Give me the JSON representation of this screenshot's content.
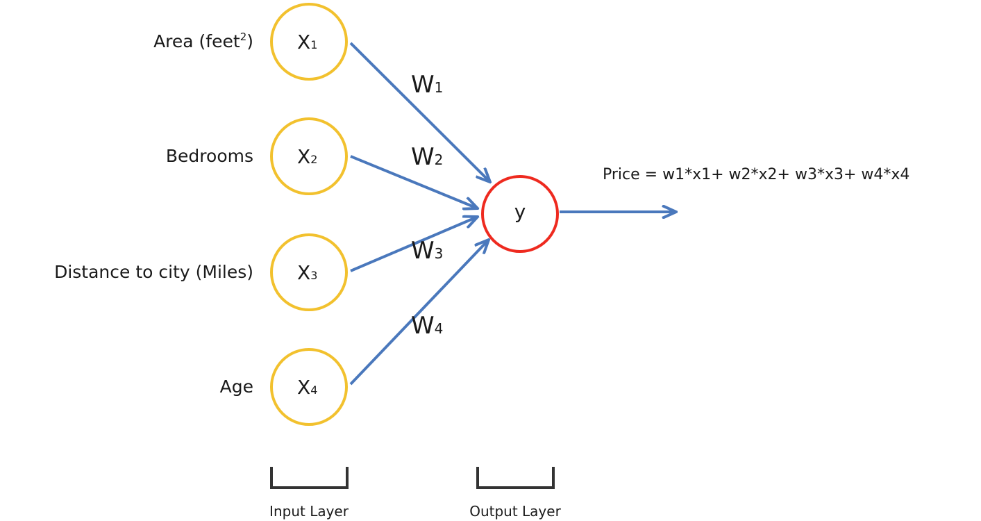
{
  "colors": {
    "input_node": "#F2C12E",
    "output_node": "#EE2A1F",
    "arrow": "#4A78BC",
    "bracket": "#333333",
    "text": "#1a1a1a"
  },
  "inputs": [
    {
      "label": "Area (feet",
      "label_sup": "2",
      "label_tail": ")",
      "node": "X",
      "node_sub": "1"
    },
    {
      "label": "Bedrooms",
      "label_sup": "",
      "label_tail": "",
      "node": "X",
      "node_sub": "2"
    },
    {
      "label": "Distance to city (Miles)",
      "label_sup": "",
      "label_tail": "",
      "node": "X",
      "node_sub": "3"
    },
    {
      "label": "Age",
      "label_sup": "",
      "label_tail": "",
      "node": "X",
      "node_sub": "4"
    }
  ],
  "weights": [
    {
      "w": "W",
      "sub": "1"
    },
    {
      "w": "W",
      "sub": "2"
    },
    {
      "w": "W",
      "sub": "3"
    },
    {
      "w": "W",
      "sub": "4"
    }
  ],
  "output": {
    "node": "y",
    "formula": "Price = w1*x1+ w2*x2+ w3*x3+ w4*x4"
  },
  "layers": {
    "input": "Input Layer",
    "output": "Output Layer"
  }
}
